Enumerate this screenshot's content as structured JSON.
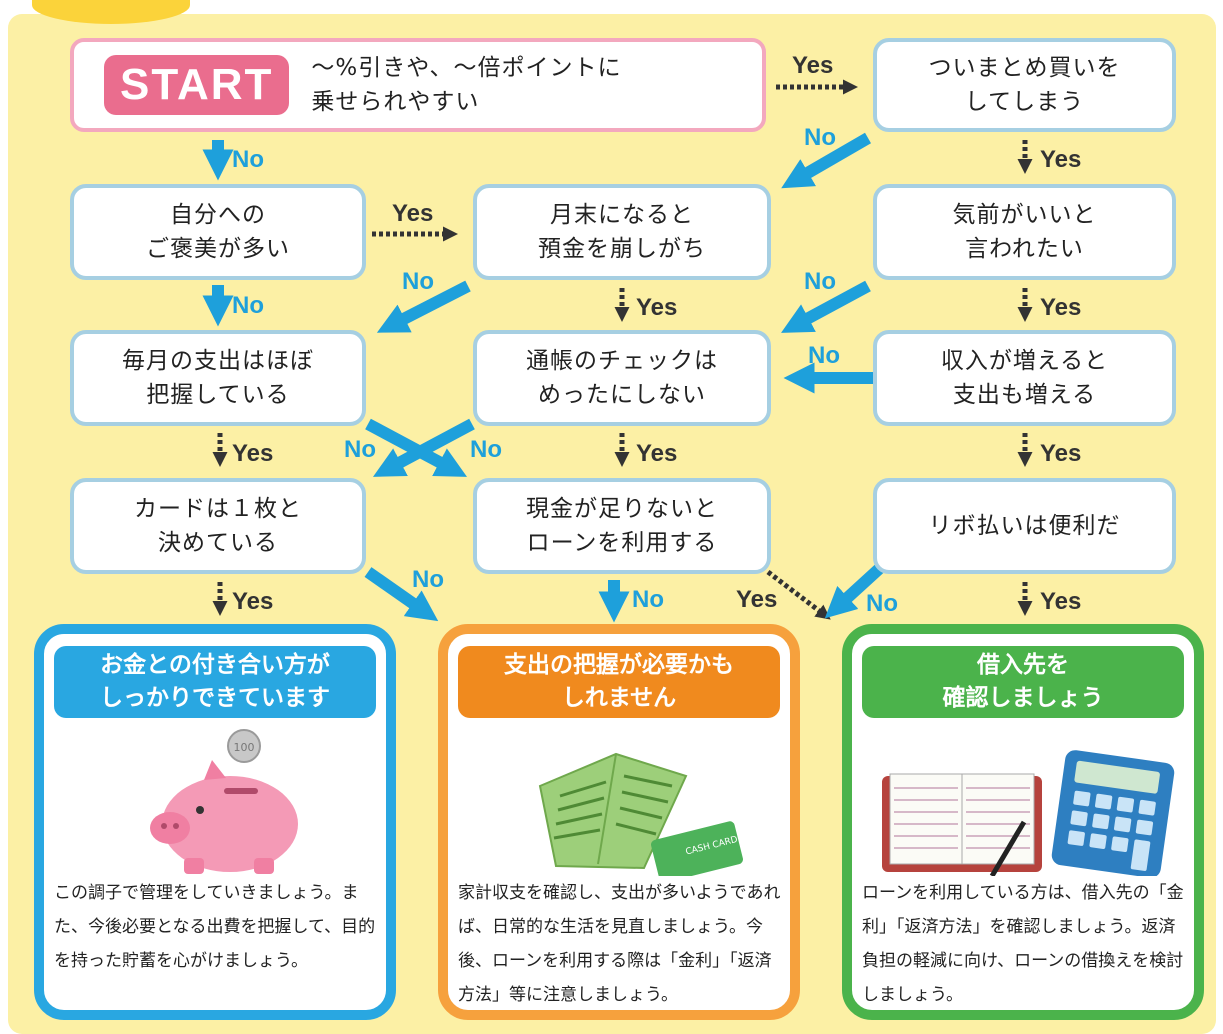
{
  "colors": {
    "no_arrow": "#1ea0db",
    "yes_arrow": "#333333",
    "background": "#fcf0a5",
    "start_accent": "#ea6d8e",
    "result_blue": "#29a7e1",
    "result_orange": "#f6a13d",
    "result_green": "#4bb34b"
  },
  "start": {
    "badge": "START",
    "text": "～%引きや、～倍ポイントに\n乗せられやすい"
  },
  "boxes": {
    "q1": "ついまとめ買いを\nしてしまう",
    "q2": "自分への\nご褒美が多い",
    "q3": "月末になると\n預金を崩しがち",
    "q4": "気前がいいと\n言われたい",
    "q5": "毎月の支出はほぼ\n把握している",
    "q6": "通帳のチェックは\nめったにしない",
    "q7": "収入が増えると\n支出も増える",
    "q8": "カードは１枚と\n決めている",
    "q9": "現金が足りないと\nローンを利用する",
    "q10": "リボ払いは便利だ"
  },
  "labels": {
    "yes": "Yes",
    "no": "No"
  },
  "results": [
    {
      "title": "お金との付き合い方が\nしっかりできています",
      "icon": "piggy-bank-icon",
      "text": "この調子で管理をしていきましょう。また、今後必要となる出費を把握して、目的を持った貯蓄を心がけましょう。"
    },
    {
      "title": "支出の把握が必要かも\nしれません",
      "icon": "bankbook-card-icon",
      "text": "家計収支を確認し、支出が多いようであれば、日常的な生活を見直しましょう。今後、ローンを利用する際は「金利」「返済方法」等に注意しましょう。"
    },
    {
      "title": "借入先を\n確認しましょう",
      "icon": "notebook-calculator-icon",
      "text": "ローンを利用している方は、借入先の「金利」「返済方法」を確認しましょう。返済負担の軽減に向け、ローンの借換えを検討しましょう。"
    }
  ]
}
